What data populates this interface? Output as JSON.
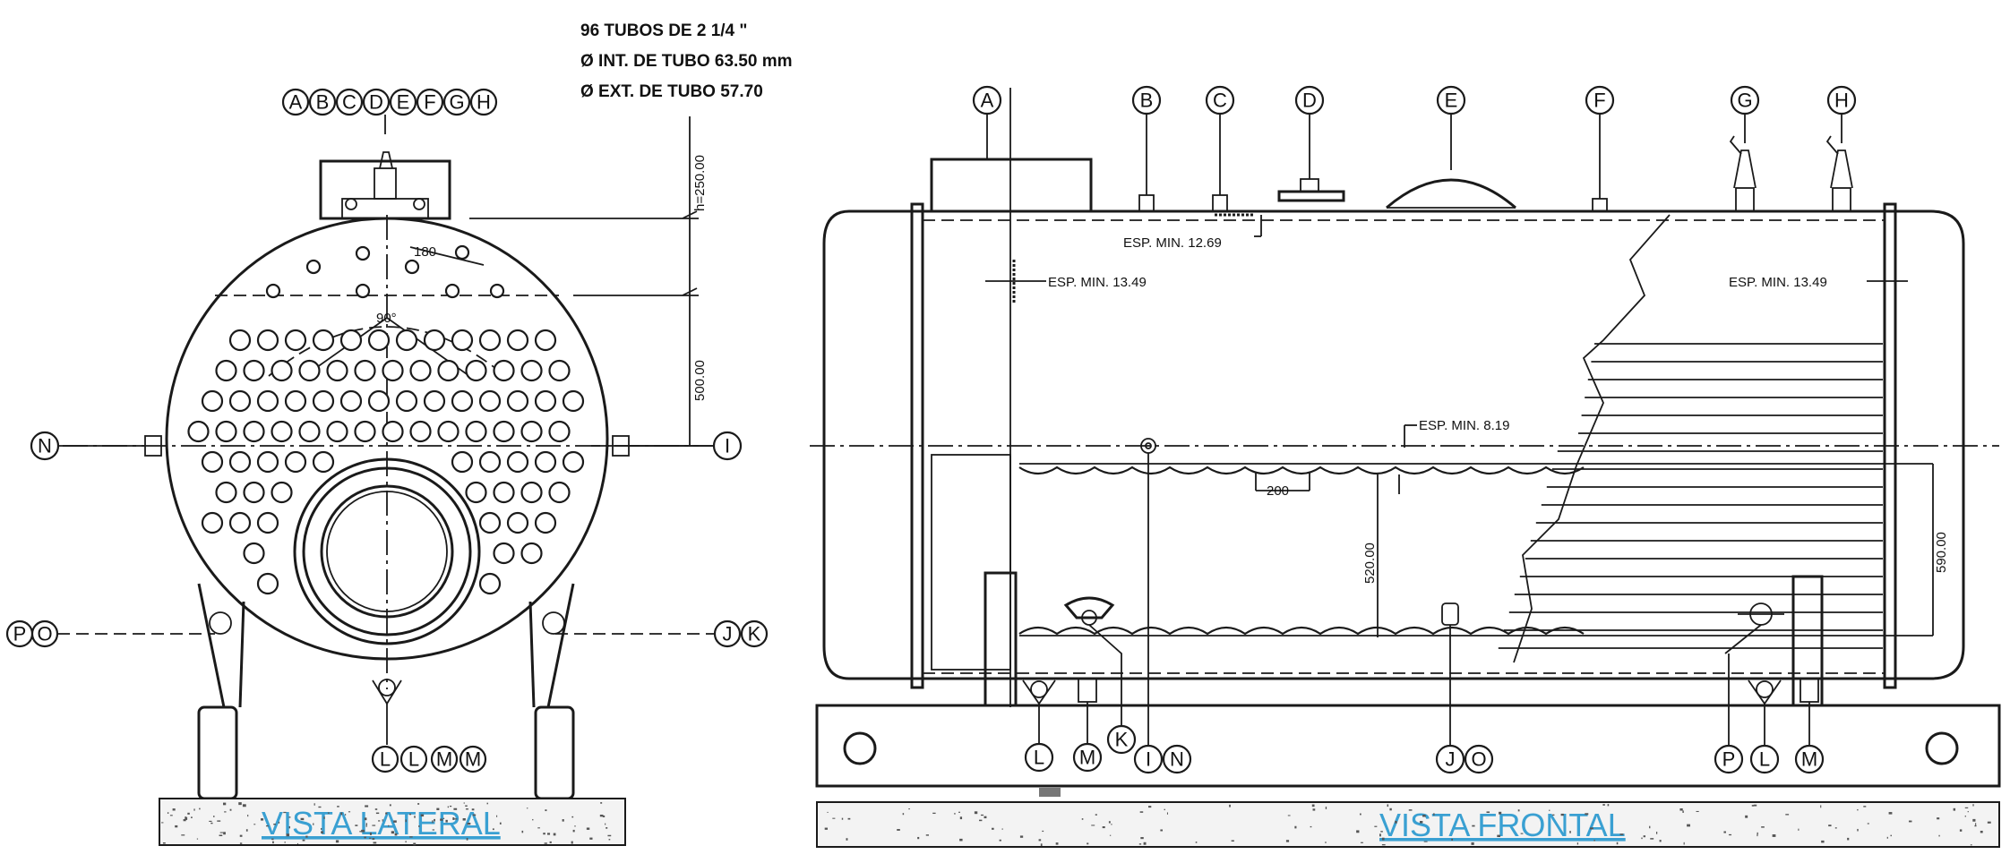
{
  "notes": {
    "tubes_count": "96 TUBOS DE 2  1/4 \"",
    "tube_int": "Ø INT. DE TUBO 63.50 mm",
    "tube_ext": "Ø EXT. DE TUBO 57.70"
  },
  "side_view": {
    "title": "VISTA LATERAL",
    "top_labels": [
      "A",
      "B",
      "C",
      "D",
      "E",
      "F",
      "G",
      "H"
    ],
    "left_label": "N",
    "right_label": "I",
    "lower_left_labels": [
      "P",
      "O"
    ],
    "lower_right_labels": [
      "J",
      "K"
    ],
    "bottom_labels": [
      "L",
      "L",
      "M",
      "M"
    ],
    "dims": {
      "top": "h=250.00",
      "height": "500.00",
      "angle": "180",
      "arc": "90°"
    }
  },
  "front_view": {
    "title": "VISTA FRONTAL",
    "top_labels": [
      "A",
      "B",
      "C",
      "D",
      "E",
      "F",
      "G",
      "H"
    ],
    "bottom_labels": [
      "L",
      "M",
      "K",
      "I",
      "N",
      "J",
      "O",
      "P",
      "L",
      "M"
    ],
    "esp_12": "ESP. MIN. 12.69",
    "esp_left": "ESP. MIN. 13.49",
    "esp_right": "ESP. MIN. 13.49",
    "esp_mid": "ESP. MIN. 8.19",
    "dim_200": "200",
    "dim_520": "520.00",
    "dim_590": "590.00"
  }
}
